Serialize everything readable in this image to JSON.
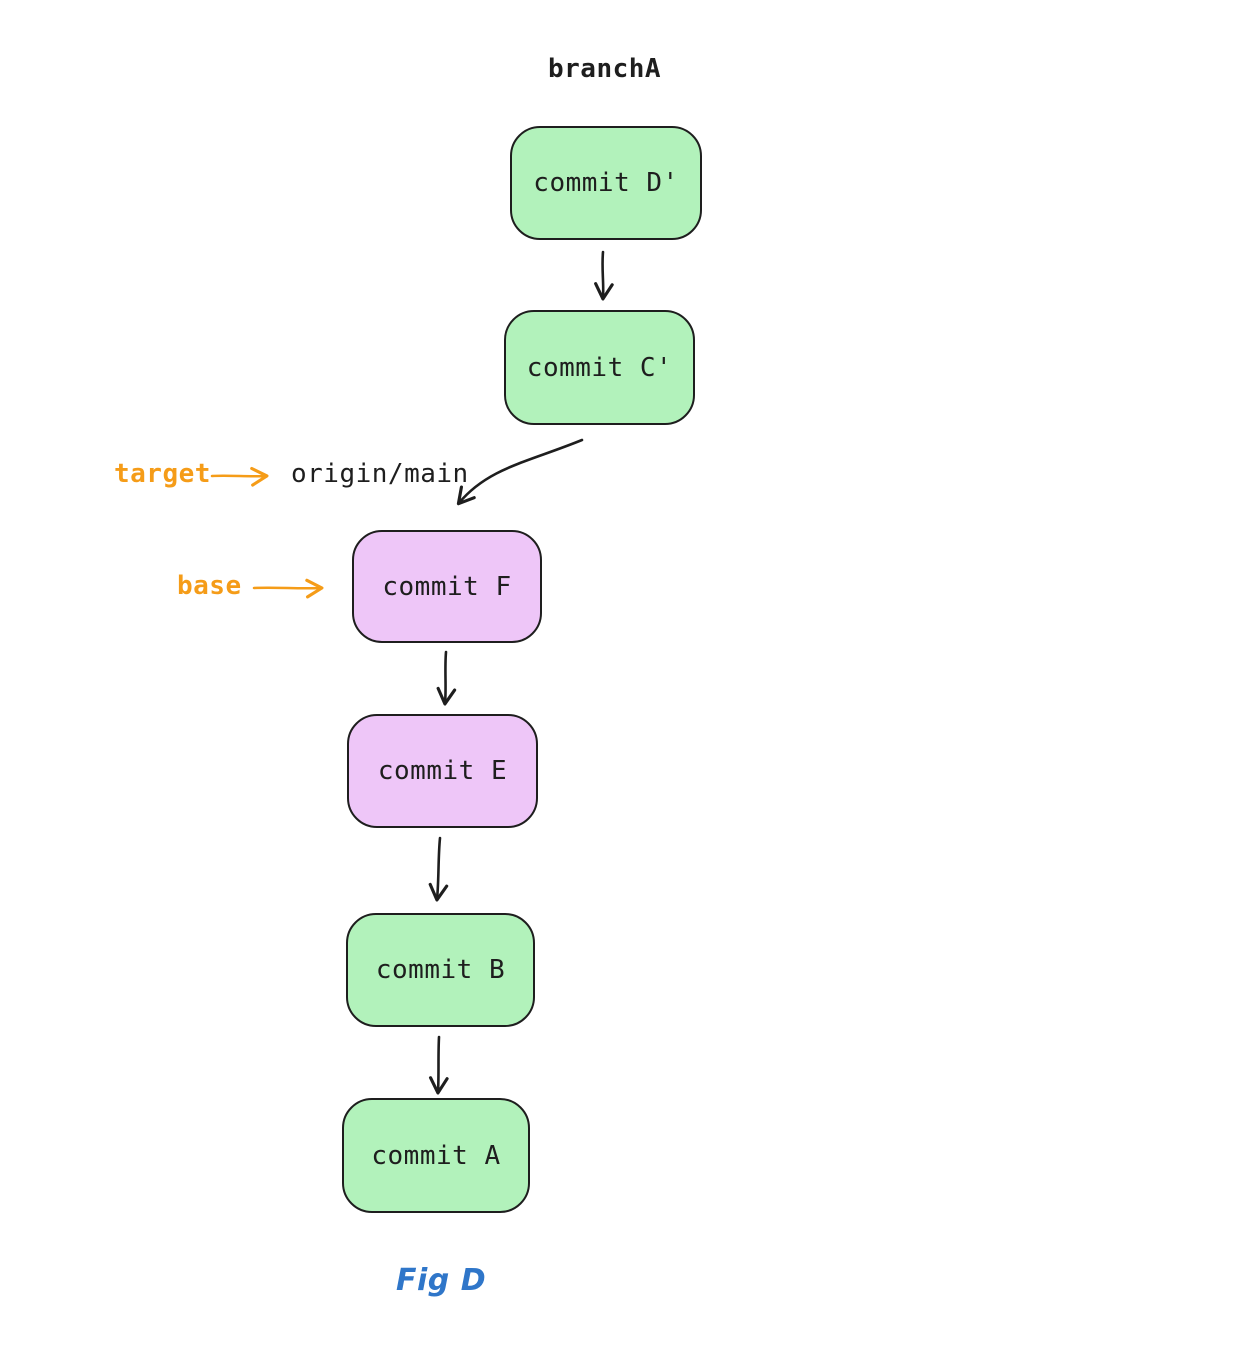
{
  "diagram": {
    "branch_title": "branchA",
    "caption": "Fig D",
    "nodes": [
      {
        "id": "commit-d-prime",
        "label": "commit D'",
        "color": "green"
      },
      {
        "id": "commit-c-prime",
        "label": "commit C'",
        "color": "green"
      },
      {
        "id": "commit-f",
        "label": "commit F",
        "color": "purple"
      },
      {
        "id": "commit-e",
        "label": "commit E",
        "color": "purple"
      },
      {
        "id": "commit-b",
        "label": "commit B",
        "color": "green"
      },
      {
        "id": "commit-a",
        "label": "commit A",
        "color": "green"
      }
    ],
    "annotations": {
      "target_label": "target",
      "target_ref": "origin/main",
      "base_label": "base"
    },
    "colors": {
      "green_fill": "#b2f2bb",
      "purple_fill": "#eec6f8",
      "stroke": "#1e1e1e",
      "orange_accent": "#f59c18",
      "blue_caption": "#2f76c9",
      "background": "#ffffff"
    },
    "icons": [
      "arrow-down-icon",
      "curved-arrow-icon",
      "orange-arrow-icon"
    ]
  }
}
